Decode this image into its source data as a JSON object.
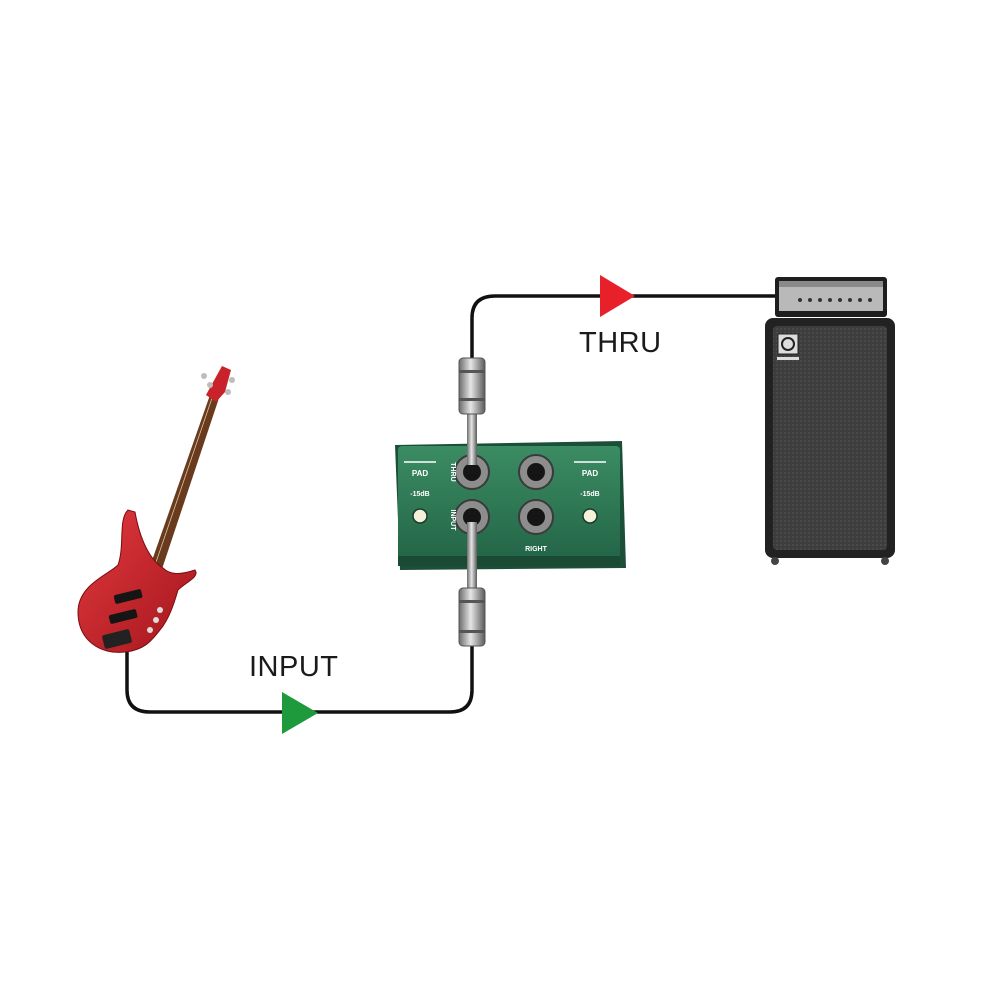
{
  "labels": {
    "input_flow": "INPUT",
    "thru_flow": "THRU"
  },
  "di_box": {
    "pad_left": "PAD",
    "pad_left_value": "-15dB",
    "pad_right": "PAD",
    "pad_right_value": "-15dB",
    "jack_thru": "THRU",
    "jack_input": "INPUT",
    "jack_right": "RIGHT"
  },
  "colors": {
    "input_arrow": "#1e9a3c",
    "thru_arrow": "#e8202a",
    "cable": "#111111",
    "di_box": "#2f7a55",
    "guitar_body": "#c8232a",
    "cabinet": "#3a3a3a"
  },
  "icons": {
    "guitar": "bass-guitar-icon",
    "amplifier": "bass-amp-stack-icon",
    "di_box": "di-box-icon"
  }
}
